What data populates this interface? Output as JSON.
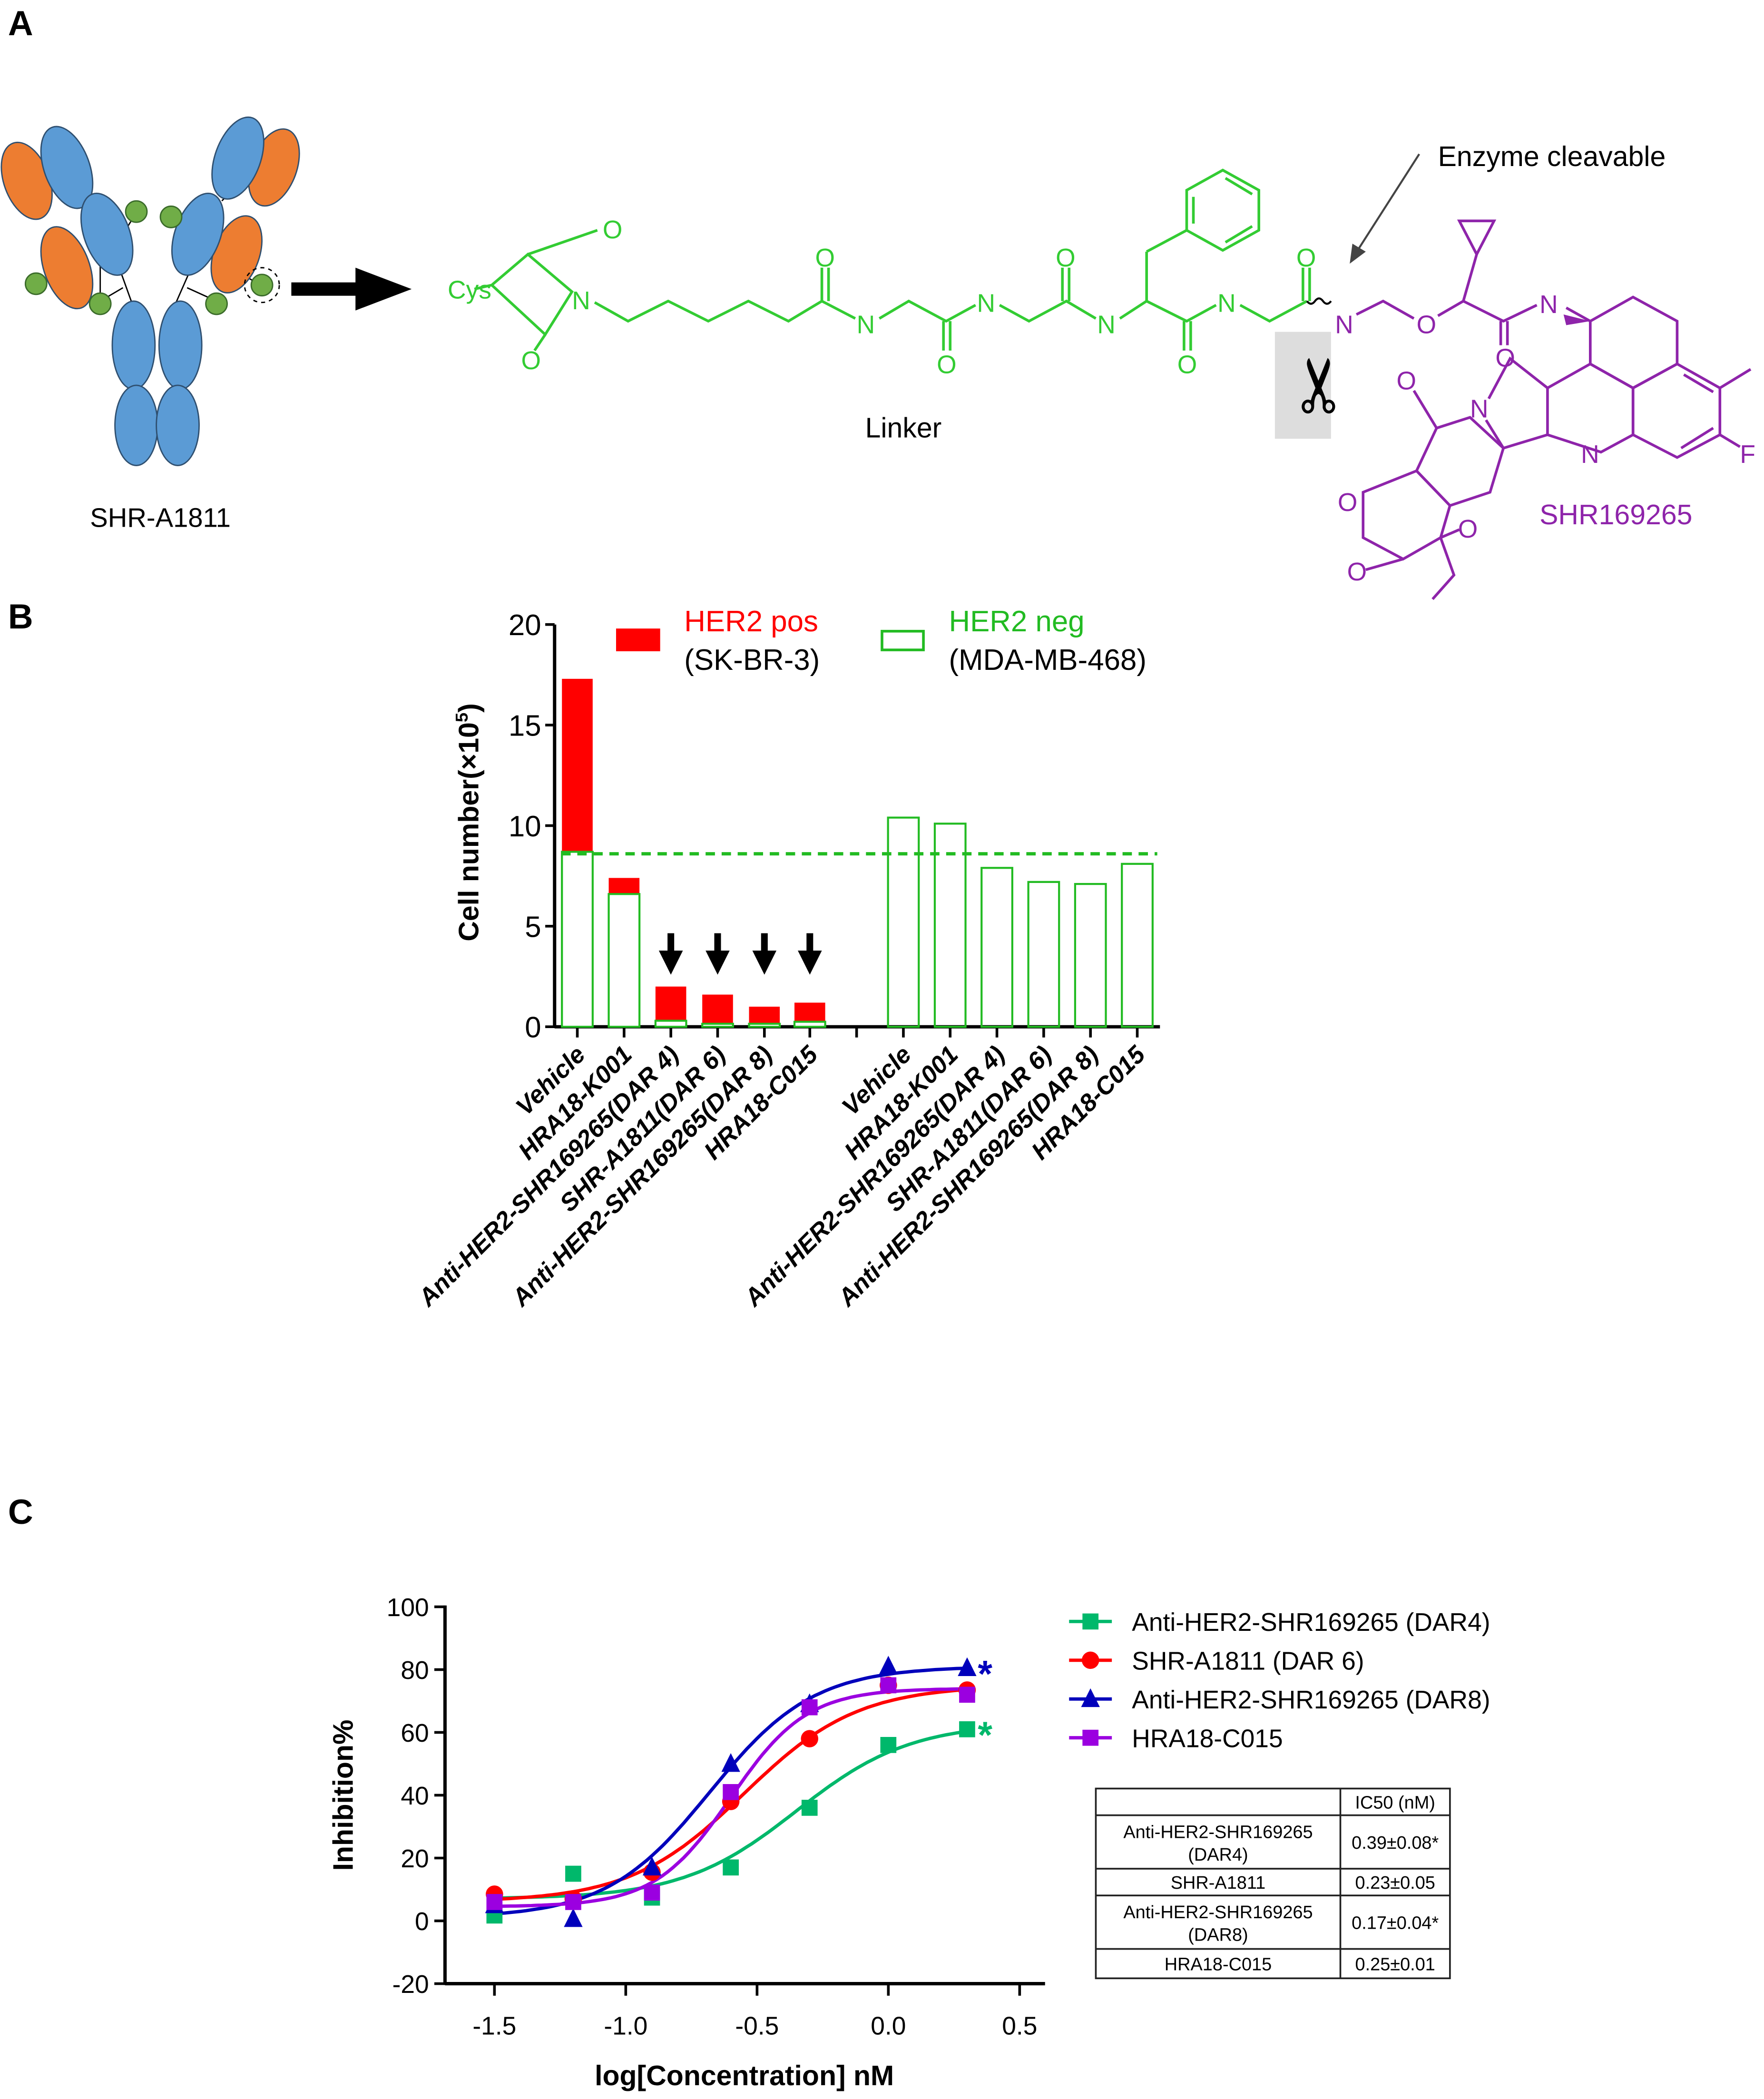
{
  "panel_labels": {
    "a": "A",
    "b": "B",
    "c": "C"
  },
  "panel_a": {
    "antibody_label": "SHR-A1811",
    "cys_label": "Cys",
    "linker_label": "Linker",
    "enzyme_label": "Enzyme cleavable",
    "payload_label": "SHR169265",
    "atoms": [
      "O",
      "N",
      "O",
      "O",
      "N",
      "O",
      "N",
      "O",
      "N",
      "O",
      "N",
      "O",
      "N",
      "O",
      "O",
      "N",
      "O",
      "N",
      "N",
      "F",
      "O",
      "O",
      "O"
    ],
    "colors": {
      "heavy_chain": "#5b9bd5",
      "light_chain": "#ed7d31",
      "payload_dot": "#70ad47",
      "linker": "#33cc33",
      "payload": "#8e24aa"
    }
  },
  "chart_data": [
    {
      "type": "bar",
      "ylabel": "Cell number(×10",
      "ylabel_sup": "5",
      "ylabel_end": ")",
      "ylim": [
        0,
        20
      ],
      "yticks": [
        "0",
        "5",
        "10",
        "15",
        "20"
      ],
      "legend": [
        {
          "name": "HER2 pos",
          "sub": "(SK-BR-3)",
          "color": "#ff0000",
          "style": "filled"
        },
        {
          "name": "HER2 neg",
          "sub": "(MDA-MB-468)",
          "color": "#22bb22",
          "style": "outline"
        }
      ],
      "reference_line": {
        "value": 8.6,
        "color": "#22bb22",
        "style": "dashed"
      },
      "groups": [
        {
          "name": "HER2 pos",
          "categories": [
            "Vehicle",
            "HRA18-K001",
            "Anti-HER2-SHR169265(DAR 4)",
            "SHR-A1811(DAR 6)",
            "Anti-HER2-SHR169265(DAR 8)",
            "HRA18-C015"
          ],
          "values": [
            17.3,
            7.4,
            2.0,
            1.6,
            1.0,
            1.2
          ],
          "lower_values": [
            8.7,
            6.6,
            0.3,
            0.15,
            0.15,
            0.25
          ],
          "arrows": [
            false,
            false,
            true,
            true,
            true,
            true
          ]
        },
        {
          "name": "HER2 neg",
          "categories": [
            "Vehicle",
            "HRA18-K001",
            "Anti-HER2-SHR169265(DAR 4)",
            "SHR-A1811(DAR 6)",
            "Anti-HER2-SHR169265(DAR 8)",
            "HRA18-C015"
          ],
          "values": [
            10.4,
            10.1,
            7.9,
            7.2,
            7.1,
            8.1
          ]
        }
      ]
    },
    {
      "type": "scatter",
      "xlabel": "log[Concentration] nM",
      "ylabel": "Inhibition%",
      "xlim": [
        -1.6,
        0.5
      ],
      "ylim": [
        -20,
        100
      ],
      "xticks": [
        "-1.5",
        "-1.0",
        "-0.5",
        "0.0",
        "0.5"
      ],
      "yticks": [
        "-20",
        "0",
        "20",
        "40",
        "60",
        "80",
        "100"
      ],
      "x": [
        -1.5,
        -1.2,
        -0.9,
        -0.6,
        -0.3,
        0.0,
        0.3
      ],
      "series": [
        {
          "name": "Anti-HER2-SHR169265 (DAR4)",
          "color": "#00b86b",
          "marker": "square",
          "values": [
            1.7,
            15,
            7.4,
            17,
            36,
            56,
            61
          ],
          "fit": {
            "bottom": 7,
            "top": 63,
            "logEC50": -0.35,
            "hill": 2.0
          },
          "annotation": "*"
        },
        {
          "name": "SHR-A1811 (DAR 6)",
          "color": "#ff0000",
          "marker": "circle",
          "values": [
            8.5,
            7,
            15.5,
            38,
            58,
            75,
            73.5
          ],
          "fit": {
            "bottom": 6,
            "top": 75,
            "logEC50": -0.55,
            "hill": 2.0
          }
        },
        {
          "name": "Anti-HER2-SHR169265 (DAR8)",
          "color": "#0000bb",
          "marker": "triangle",
          "values": [
            5,
            0.6,
            17,
            50,
            69,
            81,
            80.5
          ],
          "fit": {
            "bottom": 1,
            "top": 81,
            "logEC50": -0.68,
            "hill": 2.2
          },
          "annotation": "*"
        },
        {
          "name": "HRA18-C015",
          "color": "#9b00e0",
          "marker": "square",
          "values": [
            6,
            6,
            9,
            41,
            68,
            75,
            72
          ],
          "fit": {
            "bottom": 4.5,
            "top": 74,
            "logEC50": -0.6,
            "hill": 3.0
          }
        }
      ],
      "table": {
        "header": [
          "",
          "IC50 (nM)"
        ],
        "rows": [
          {
            "name": [
              "Anti-HER2-SHR169265",
              "(DAR4)"
            ],
            "value": "0.39±0.08*"
          },
          {
            "name": [
              "SHR-A1811"
            ],
            "value": "0.23±0.05"
          },
          {
            "name": [
              "Anti-HER2-SHR169265",
              "(DAR8)"
            ],
            "value": "0.17±0.04*"
          },
          {
            "name": [
              "HRA18-C015"
            ],
            "value": "0.25±0.01"
          }
        ]
      }
    }
  ]
}
